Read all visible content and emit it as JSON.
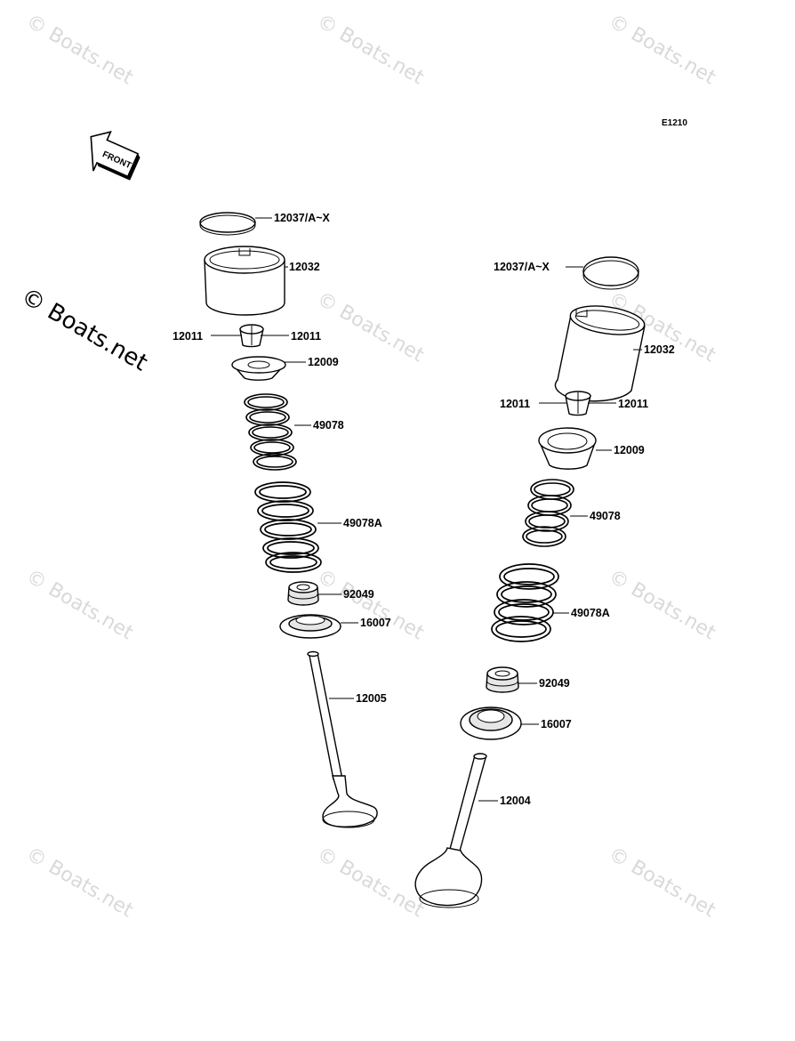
{
  "diagram_code": "E1210",
  "front_label": "FRONT",
  "watermark": "© Boats.net",
  "side_watermark": "© Boats.net",
  "left_valve": {
    "shim": "12037/A~X",
    "lifter": "12032",
    "cotter_left": "12011",
    "cotter_right": "12011",
    "retainer": "12009",
    "inner_spring": "49078",
    "outer_spring": "49078A",
    "stem_seal": "92049",
    "spring_seat": "16007",
    "valve": "12005"
  },
  "right_valve": {
    "shim": "12037/A~X",
    "lifter": "12032",
    "cotter_left": "12011",
    "cotter_right": "12011",
    "retainer": "12009",
    "inner_spring": "49078",
    "outer_spring": "49078A",
    "stem_seal": "92049",
    "spring_seat": "16007",
    "valve": "12004"
  }
}
